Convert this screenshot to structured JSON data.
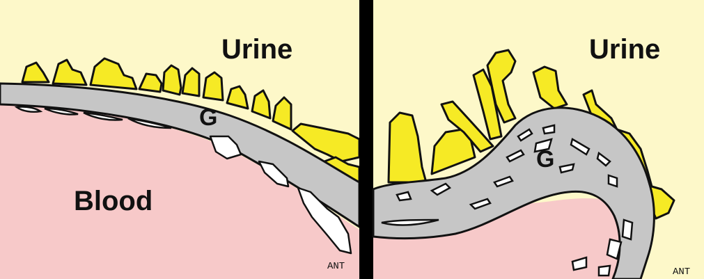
{
  "left_panel": {
    "urine_label": "Urine",
    "blood_label": "Blood",
    "membrane_label": "G",
    "orientation_label": "ANT"
  },
  "right_panel": {
    "urine_label": "Urine",
    "membrane_label": "G",
    "orientation_label": "ANT"
  },
  "colors": {
    "urine_bg": "#fdf8c9",
    "blood_bg": "#f7c9c9",
    "membrane": "#c6c6c6",
    "podocyte": "#f6ea25",
    "outline": "#111111",
    "divider": "#000000",
    "vessel_lumen": "#ffffff"
  }
}
